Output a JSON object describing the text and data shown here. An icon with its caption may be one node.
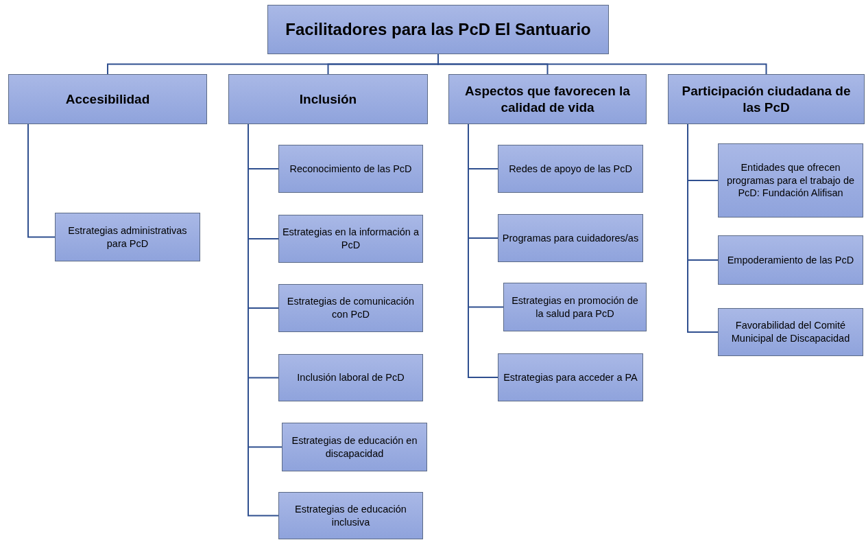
{
  "diagram": {
    "nodes": [
      {
        "text": [
          "Facilitadores para las PcD El Santuario"
        ]
      },
      {
        "text": [
          "Accesibilidad"
        ]
      },
      {
        "text": [
          "Inclusión"
        ]
      },
      {
        "text": [
          "Aspectos que favorecen la calidad de vida"
        ]
      },
      {
        "text": [
          "Participación ciudadana de las PcD"
        ]
      },
      {
        "text": [
          "Estrategias administrativas para PcD"
        ]
      },
      {
        "text": [
          "Reconocimiento de las PcD"
        ]
      },
      {
        "text": [
          "Estrategias en la información a PcD"
        ]
      },
      {
        "text": [
          "Estrategias de comunicación con PcD"
        ]
      },
      {
        "text": [
          "Inclusión laboral de PcD"
        ]
      },
      {
        "text": [
          "Estrategias de educación en discapacidad"
        ]
      },
      {
        "text": [
          "Estrategias de educación inclusiva"
        ]
      },
      {
        "text": [
          "Redes de apoyo de las PcD"
        ]
      },
      {
        "text": [
          "Programas para cuidadores/as"
        ]
      },
      {
        "text": [
          "Estrategias en promoción de la salud para PcD"
        ]
      },
      {
        "text": [
          "Estrategias para acceder a PA"
        ]
      },
      {
        "text": [
          "Entidades que ofrecen programas para el trabajo de PcD: Fundación Alifisan"
        ]
      },
      {
        "text": [
          "Empoderamiento de las PcD"
        ]
      },
      {
        "text": [
          "Favorabilidad del Comité Municipal de Discapacidad"
        ]
      }
    ],
    "edges": [
      {
        "from": 0,
        "to": 1,
        "arrow": "none"
      },
      {
        "from": 0,
        "to": 2,
        "arrow": "none"
      },
      {
        "from": 0,
        "to": 3,
        "arrow": "none"
      },
      {
        "from": 0,
        "to": 4,
        "arrow": "none"
      },
      {
        "from": 1,
        "to": 5,
        "arrow": "none"
      },
      {
        "from": 2,
        "to": 6,
        "arrow": "none"
      },
      {
        "from": 2,
        "to": 7,
        "arrow": "none"
      },
      {
        "from": 2,
        "to": 8,
        "arrow": "none"
      },
      {
        "from": 2,
        "to": 9,
        "arrow": "none"
      },
      {
        "from": 2,
        "to": 10,
        "arrow": "none"
      },
      {
        "from": 2,
        "to": 11,
        "arrow": "none"
      },
      {
        "from": 3,
        "to": 12,
        "arrow": "none"
      },
      {
        "from": 3,
        "to": 13,
        "arrow": "none"
      },
      {
        "from": 3,
        "to": 14,
        "arrow": "none"
      },
      {
        "from": 3,
        "to": 15,
        "arrow": "none"
      },
      {
        "from": 4,
        "to": 16,
        "arrow": "none"
      },
      {
        "from": 4,
        "to": 17,
        "arrow": "none"
      },
      {
        "from": 4,
        "to": 18,
        "arrow": "none"
      }
    ]
  }
}
